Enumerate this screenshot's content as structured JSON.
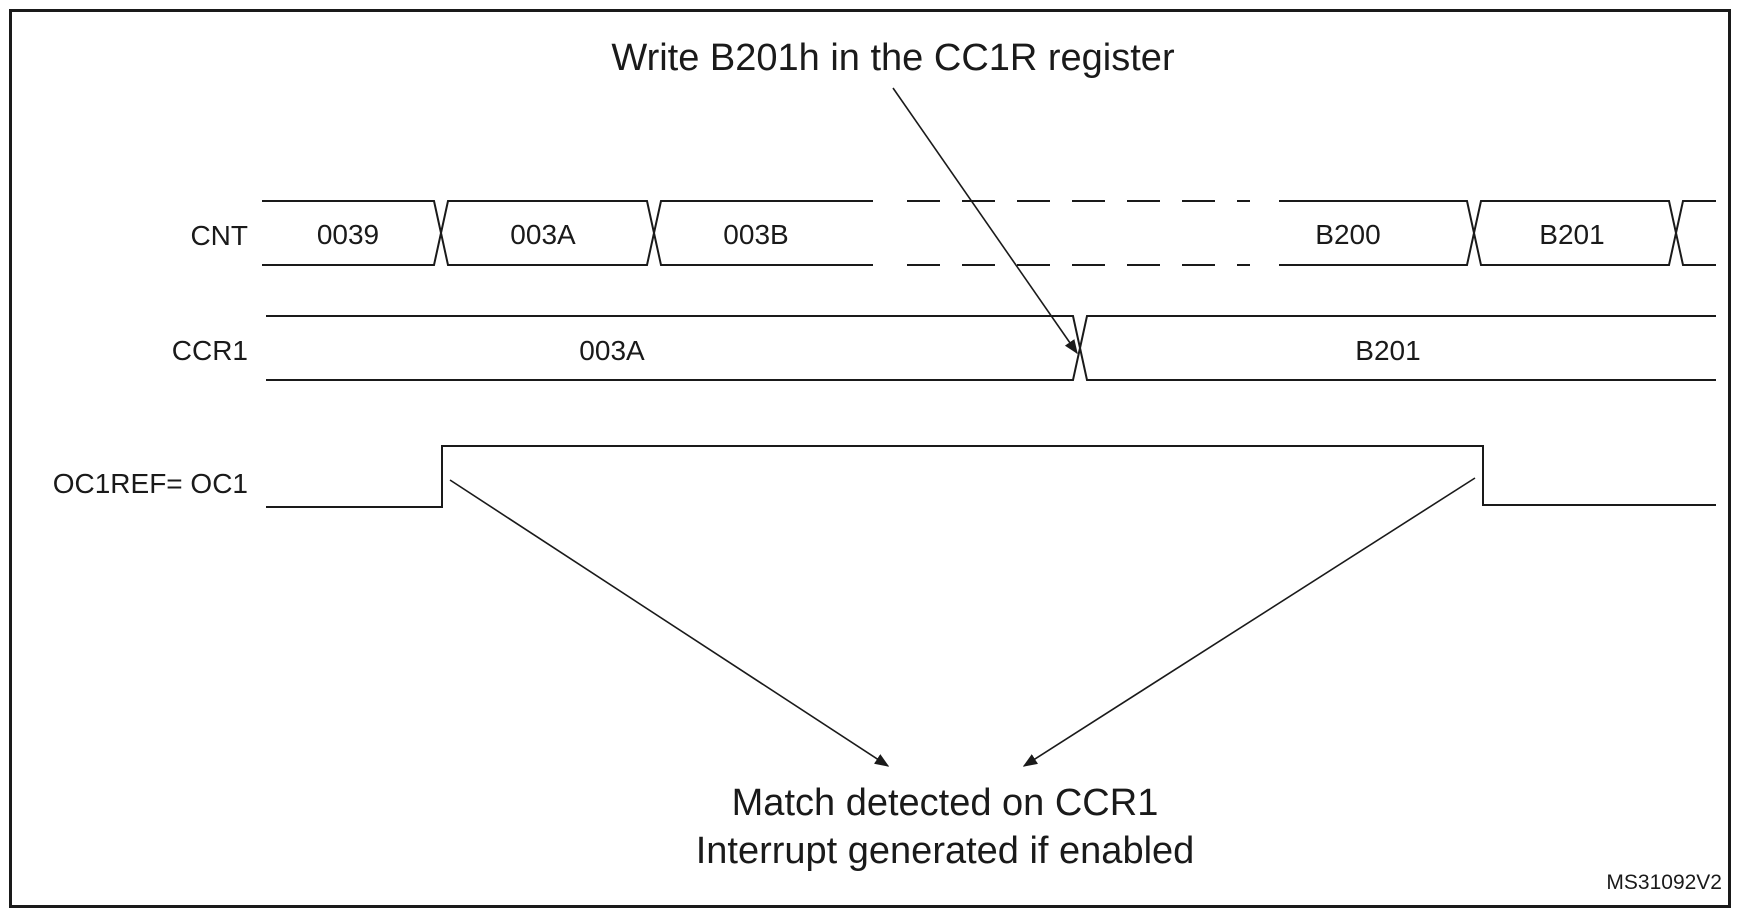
{
  "annotation_top": "Write B201h in the CC1R register",
  "annotation_bottom_line1": "Match detected on CCR1",
  "annotation_bottom_line2": "Interrupt generated if enabled",
  "figure_code": "MS31092V2",
  "signals": {
    "cnt": {
      "label": "CNT",
      "values": [
        "0039",
        "003A",
        "003B",
        "B200",
        "B201"
      ]
    },
    "ccr1": {
      "label": "CCR1",
      "values": [
        "003A",
        "B201"
      ]
    },
    "oc1": {
      "label": "OC1REF= OC1"
    }
  },
  "colors": {
    "stroke": "#1a1a1a",
    "background": "#ffffff"
  }
}
